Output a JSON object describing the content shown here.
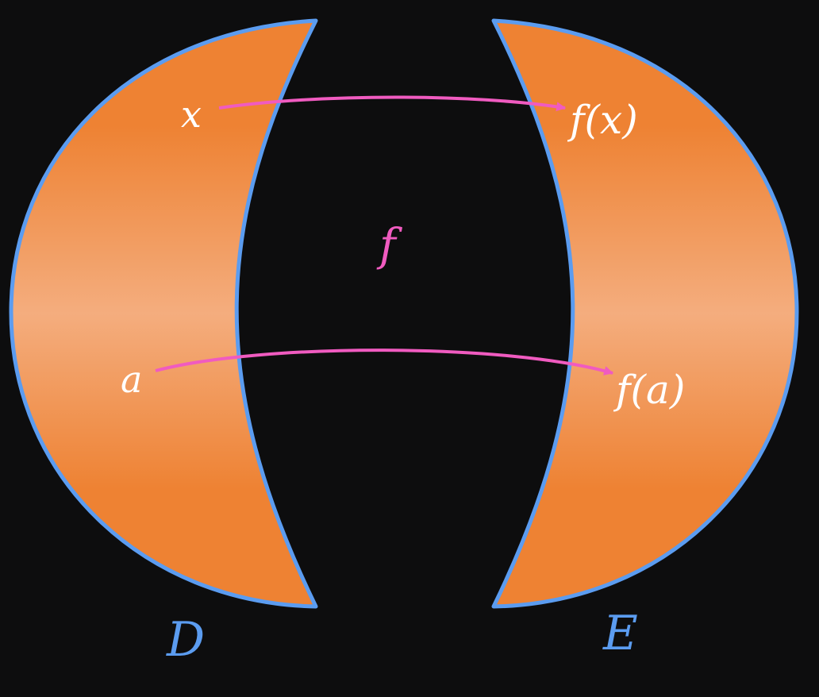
{
  "domains": {
    "left_label": "D",
    "right_label": "E"
  },
  "points": {
    "x_label": "x",
    "fx_label": "f(x)",
    "a_label": "a",
    "fa_label": "f(a)"
  },
  "function_label": "f",
  "colors": {
    "background": "#0d0d0e",
    "region_outline": "#5b9cf0",
    "region_fill_dark": "#ee8233",
    "region_fill_light": "#f4ad7e",
    "arrow": "#f05bc0",
    "point_label": "#ffffff",
    "domain_label": "#5b9cf0",
    "function_label": "#f05bc0"
  }
}
